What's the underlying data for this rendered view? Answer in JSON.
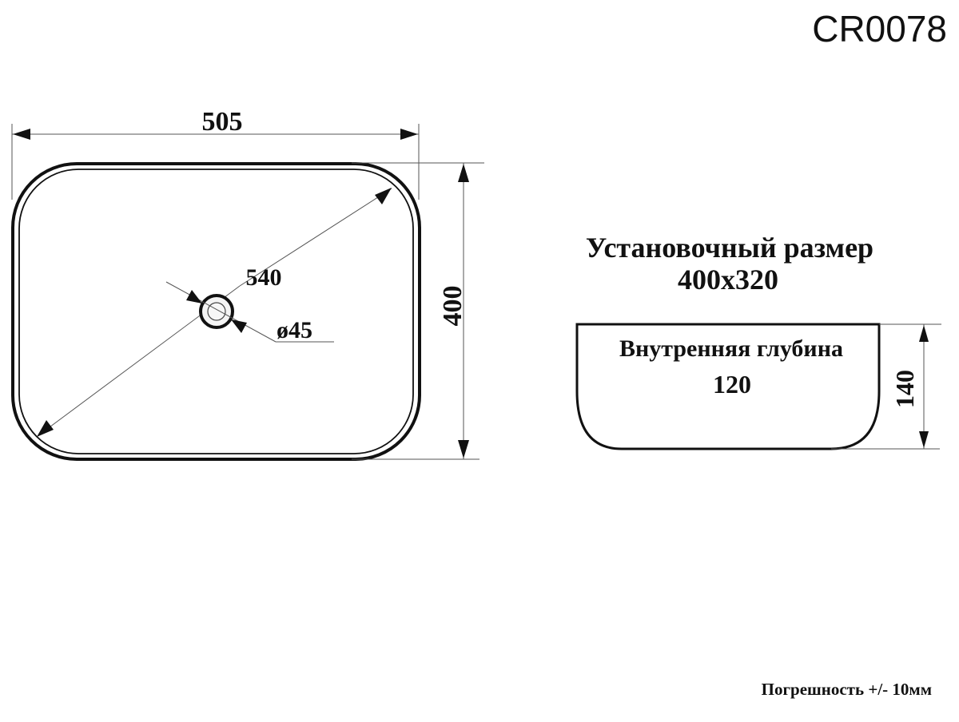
{
  "model_code": "CR0078",
  "top_view": {
    "width_label": "505",
    "height_label": "400",
    "diagonal_label": "540",
    "drain_label": "ø45"
  },
  "side_view": {
    "installation_title": "Установочный размер",
    "installation_size": "400x320",
    "inner_depth_title": "Внутренняя глубина",
    "inner_depth_value": "120",
    "height_label": "140"
  },
  "footer": {
    "tolerance_note": "Погрешность +/- 10мм"
  },
  "colors": {
    "line": "#111111",
    "dimension_line": "#555555",
    "background": "#ffffff"
  }
}
